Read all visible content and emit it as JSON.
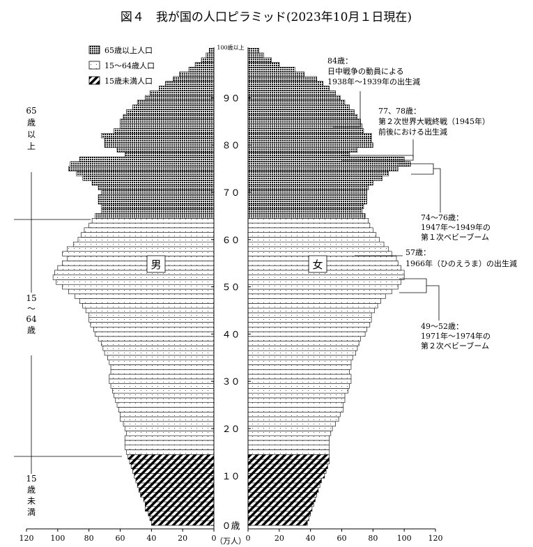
{
  "title": "図４　我が国の人口ピラミッド(2023年10月１日現在)",
  "legend": [
    {
      "label": "65歳以上人口",
      "pattern": "dots-dense"
    },
    {
      "label": "15～64歳人口",
      "pattern": "dots-sparse"
    },
    {
      "label": "15歳未満人口",
      "pattern": "stripes"
    }
  ],
  "labels": {
    "male": "男",
    "female": "女",
    "top_age": "100歳以上",
    "zero_age": "０歳",
    "unit": "（万人）"
  },
  "age_groups": {
    "g65": [
      "65",
      "歳",
      "以",
      "上"
    ],
    "g15": [
      "15",
      "～",
      "64",
      "歳"
    ],
    "g0": [
      "15",
      "歳",
      "未",
      "満"
    ]
  },
  "annotations": [
    {
      "id": "a84",
      "lines": [
        "84歳：",
        "日中戦争の動員による",
        "1938年～1939年の出生減"
      ]
    },
    {
      "id": "a77",
      "lines": [
        "77、78歳：",
        "第２次世界大戦終戦（1945年）",
        "前後における出生減"
      ]
    },
    {
      "id": "a74",
      "lines": [
        "74～76歳：",
        "1947年～1949年の",
        "第１次ベビーブーム"
      ]
    },
    {
      "id": "a57",
      "lines": [
        "57歳：",
        "1966年（ひのえうま）の出生減"
      ]
    },
    {
      "id": "a49",
      "lines": [
        "49～52歳：",
        "1971年～1974年の",
        "第２次ベビーブーム"
      ]
    }
  ],
  "chart_data": {
    "type": "population-pyramid",
    "unit": "万人",
    "xlim": [
      0,
      120
    ],
    "x_ticks": [
      0,
      20,
      40,
      60,
      80,
      100,
      120
    ],
    "age_ticks": [
      {
        "age": 0,
        "label": "０歳"
      },
      {
        "age": 10,
        "label": "１０"
      },
      {
        "age": 20,
        "label": "２０"
      },
      {
        "age": 30,
        "label": "３０"
      },
      {
        "age": 40,
        "label": "４０"
      },
      {
        "age": 50,
        "label": "５０"
      },
      {
        "age": 60,
        "label": "６０"
      },
      {
        "age": 70,
        "label": "７０"
      },
      {
        "age": 80,
        "label": "８０"
      },
      {
        "age": 90,
        "label": "９０"
      }
    ],
    "ages": "0–100 (100 = 100歳以上)",
    "male": [
      40,
      41,
      42,
      44,
      44,
      45,
      47,
      48,
      49,
      50,
      51,
      52,
      53,
      54,
      55,
      56,
      57,
      57,
      57,
      56,
      57,
      58,
      60,
      60,
      61,
      62,
      63,
      64,
      65,
      66,
      67,
      67,
      66,
      66,
      67,
      68,
      70,
      71,
      72,
      74,
      76,
      77,
      79,
      80,
      80,
      82,
      84,
      86,
      89,
      93,
      97,
      101,
      103,
      102,
      100,
      97,
      94,
      97,
      94,
      90,
      87,
      85,
      83,
      80,
      78,
      76,
      72,
      72,
      74,
      74,
      72,
      74,
      78,
      84,
      88,
      93,
      92,
      86,
      57,
      62,
      70,
      70,
      72,
      64,
      60,
      60,
      58,
      56,
      52,
      49,
      44,
      41,
      35,
      31,
      26,
      22,
      16,
      12,
      8,
      5,
      3
    ],
    "female": [
      38,
      39,
      40,
      41,
      42,
      43,
      44,
      45,
      46,
      47,
      49,
      50,
      51,
      52,
      52,
      52,
      52,
      52,
      52,
      53,
      54,
      56,
      58,
      59,
      61,
      61,
      62,
      62,
      64,
      65,
      66,
      66,
      65,
      66,
      66,
      67,
      69,
      70,
      71,
      72,
      75,
      76,
      78,
      79,
      79,
      81,
      83,
      85,
      88,
      92,
      96,
      98,
      100,
      100,
      98,
      96,
      95,
      92,
      90,
      87,
      84,
      82,
      80,
      78,
      77,
      75,
      73,
      74,
      76,
      76,
      76,
      77,
      80,
      86,
      90,
      96,
      104,
      100,
      65,
      70,
      80,
      79,
      79,
      74,
      73,
      72,
      70,
      68,
      65,
      62,
      59,
      56,
      52,
      48,
      44,
      36,
      30,
      20,
      15,
      10,
      7
    ]
  }
}
